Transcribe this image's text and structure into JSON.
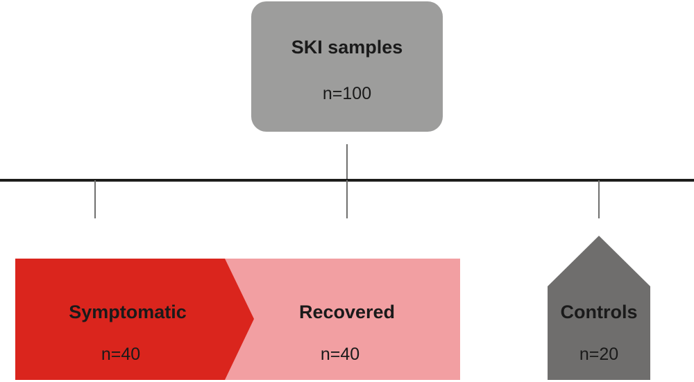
{
  "source": {
    "title": "SKI samples",
    "count": "n=100",
    "color": "#9d9d9c"
  },
  "groups": [
    {
      "id": "symptomatic",
      "title": "Symptomatic",
      "count": "n=40",
      "color": "#da251d"
    },
    {
      "id": "recovered",
      "title": "Recovered",
      "count": "n=40",
      "color": "#f29fa2"
    },
    {
      "id": "controls",
      "title": "Controls",
      "count": "n=20",
      "color": "#6f6e6d"
    }
  ],
  "colors": {
    "timeline": "#1d1d1b",
    "connector": "#6f6f6e"
  }
}
